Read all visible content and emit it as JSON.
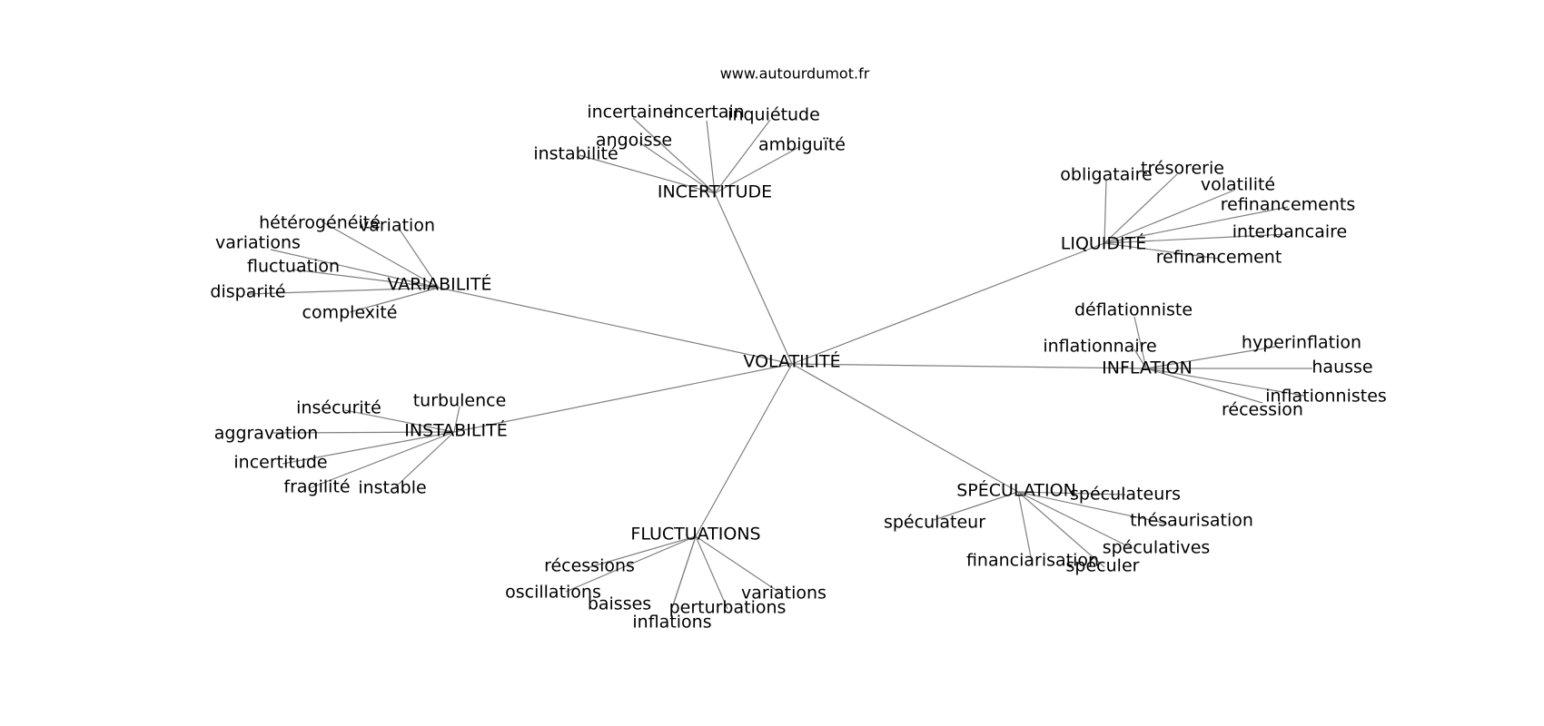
{
  "watermark": "www.autourdumot.fr",
  "center": "VOLATILITÉ",
  "clusters": [
    {
      "label": "INCERTITUDE",
      "leaves": [
        "incertaine",
        "incertain",
        "inquiétude",
        "angoisse",
        "ambiguïté",
        "instabilité"
      ]
    },
    {
      "label": "LIQUIDITÉ",
      "leaves": [
        "obligataire",
        "trésorerie",
        "volatilité",
        "refinancements",
        "interbancaire",
        "refinancement"
      ]
    },
    {
      "label": "VARIABILITÉ",
      "leaves": [
        "hétérogénéité",
        "variation",
        "variations",
        "fluctuation",
        "disparité",
        "complexité"
      ]
    },
    {
      "label": "INFLATION",
      "leaves": [
        "déflationniste",
        "inflationnaire",
        "hyperinflation",
        "hausse",
        "inflationnistes",
        "récession"
      ]
    },
    {
      "label": "INSTABILITÉ",
      "leaves": [
        "turbulence",
        "insécurité",
        "aggravation",
        "incertitude",
        "fragilité",
        "instable"
      ]
    },
    {
      "label": "SPÉCULATION",
      "leaves": [
        "spéculateurs",
        "spéculateur",
        "thésaurisation",
        "spéculatives",
        "financiarisation",
        "spéculer"
      ]
    },
    {
      "label": "FLUCTUATIONS",
      "leaves": [
        "récessions",
        "oscillations",
        "baisses",
        "perturbations",
        "variations",
        "inflations"
      ]
    }
  ]
}
